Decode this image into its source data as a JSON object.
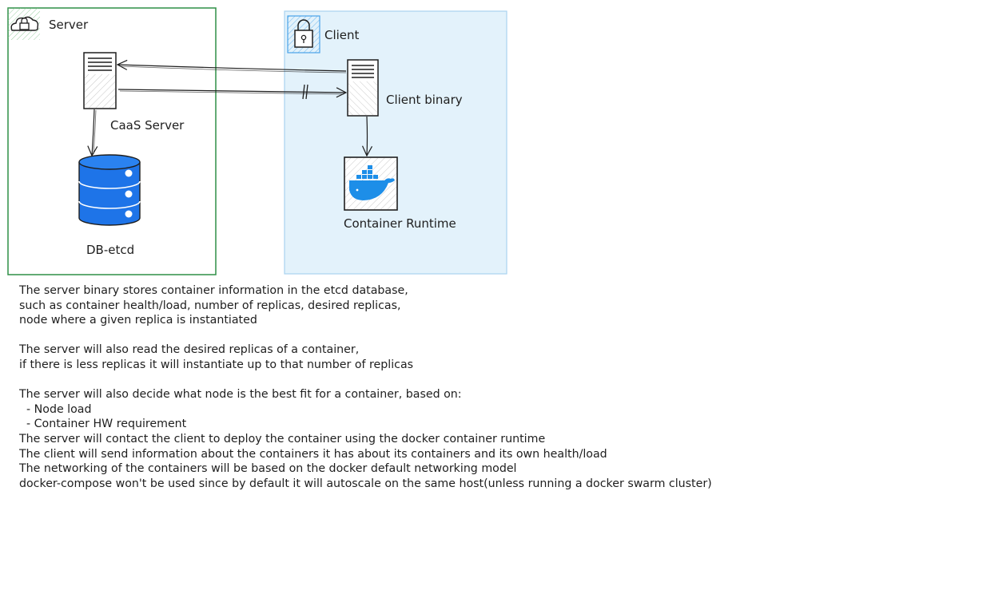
{
  "groups": {
    "server": {
      "label": "Server",
      "icon": "cloud-lock-icon",
      "border": "#2f8f46"
    },
    "client": {
      "label": "Client",
      "icon": "padlock-icon",
      "fill": "#e3f2fb",
      "border": "#a9d3f1"
    }
  },
  "nodes": {
    "caas_server": "CaaS Server",
    "db": "DB-etcd",
    "client_binary": "Client binary",
    "container_runtime": "Container Runtime"
  },
  "colors": {
    "db_blue": "#1e74e8",
    "docker_blue": "#1d8ee8",
    "stroke": "#1e1e1e"
  },
  "notes": [
    "The server binary stores container information in the etcd database,",
    "such as container health/load, number of replicas, desired replicas,",
    "node where a given replica is instantiated",
    "",
    "The server will also read the desired replicas of a container,",
    "if there is less replicas it will instantiate up to that number of replicas",
    "",
    "The server will also decide what node is the best fit for a container, based on:",
    "  - Node load",
    "  - Container HW requirement",
    "The server will contact the client to deploy the container using the docker container runtime",
    "The client will send information about the containers it has about its containers and its own health/load",
    "The networking of the containers will be based on the docker default networking model",
    "docker-compose won't be used since by default it will autoscale on the same host(unless running a docker swarm cluster)"
  ]
}
